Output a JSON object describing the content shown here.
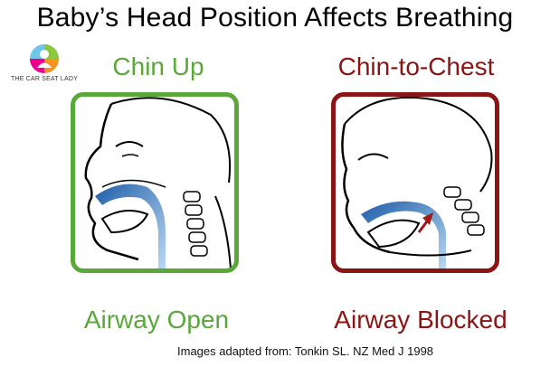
{
  "title": "Baby’s Head Position Affects Breathing",
  "logo": {
    "text": "THE CAR SEAT LADY",
    "icon": "car-seat-lady-logo"
  },
  "left": {
    "heading": "Chin Up",
    "caption": "Airway Open",
    "color": "#5aa83a"
  },
  "right": {
    "heading": "Chin-to-Chest",
    "caption": "Airway Blocked",
    "color": "#8b1414"
  },
  "credit": "Images adapted from: Tonkin SL. NZ Med J 1998",
  "colors": {
    "airway": "#2f6fb3",
    "arrow": "#a01818"
  }
}
